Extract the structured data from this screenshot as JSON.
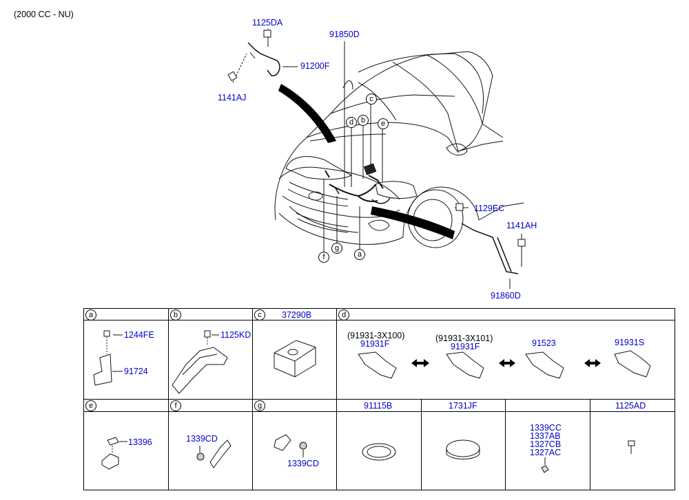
{
  "engine_note": "(2000 CC - NU)",
  "main_labels": {
    "p1125DA": "1125DA",
    "p91850D": "91850D",
    "p91200F": "91200F",
    "p1141AJ": "1141AJ",
    "p1129EC": "1129EC",
    "p1141AH": "1141AH",
    "p91860D": "91860D"
  },
  "callouts": {
    "a": "a",
    "b": "b",
    "c": "c",
    "d": "d",
    "e": "e",
    "f": "f",
    "g": "g"
  },
  "table": {
    "row1": {
      "a": {
        "letter": "a",
        "parts": [
          "1244FE",
          "91724"
        ]
      },
      "b": {
        "letter": "b",
        "parts": [
          "1125KD"
        ]
      },
      "c": {
        "letter": "c",
        "header": "37290B"
      },
      "d": {
        "letter": "d",
        "items": [
          {
            "note": "(91931-3X100)",
            "part": "91931F"
          },
          {
            "note": "(91931-3X101)",
            "part": "91931F"
          },
          {
            "part": "91523"
          },
          {
            "part": "91931S"
          }
        ]
      }
    },
    "row2": {
      "e": {
        "letter": "e",
        "parts": [
          "13396"
        ]
      },
      "f": {
        "letter": "f",
        "parts": [
          "1339CD"
        ]
      },
      "g": {
        "letter": "g",
        "parts": [
          "1339CD"
        ]
      },
      "h1": "91115B",
      "h2": "1731JF",
      "h3_parts": [
        "1339CC",
        "1337AB",
        "1327CB",
        "1327AC"
      ],
      "h4": "1125AD"
    }
  }
}
